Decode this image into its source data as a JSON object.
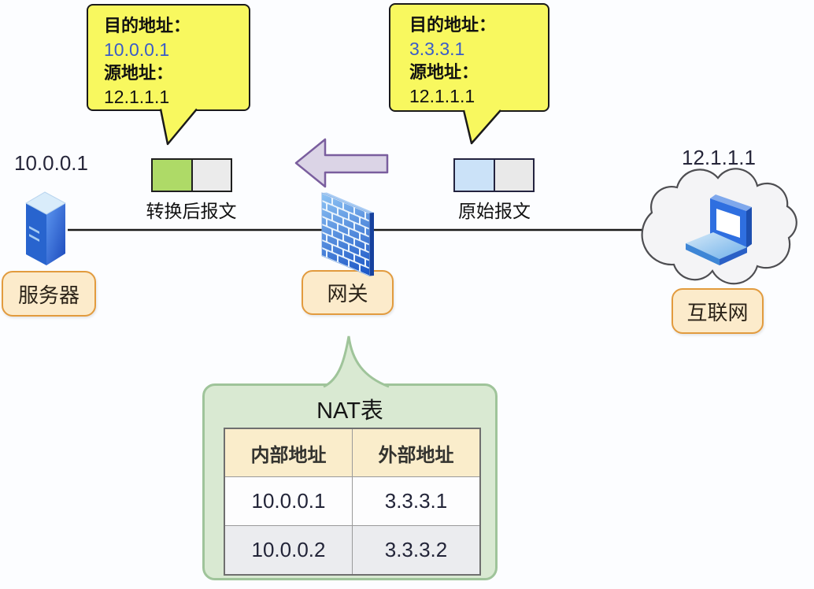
{
  "callouts": {
    "translated": {
      "dest_label": "目的地址：",
      "dest_value": "10.0.0.1",
      "src_label": "源地址：",
      "src_value": "12.1.1.1"
    },
    "original": {
      "dest_label": "目的地址：",
      "dest_value": "3.3.3.1",
      "src_label": "源地址：",
      "src_value": "12.1.1.1"
    }
  },
  "packets": {
    "translated_label": "转换后报文",
    "original_label": "原始报文"
  },
  "nodes": {
    "server": {
      "ip": "10.0.0.1",
      "label": "服务器"
    },
    "gateway": {
      "label": "网关"
    },
    "internet": {
      "ip": "12.1.1.1",
      "label": "互联网"
    }
  },
  "nat_table": {
    "title": "NAT表",
    "columns": [
      "内部地址",
      "外部地址"
    ],
    "rows": [
      [
        "10.0.0.1",
        "3.3.3.1"
      ],
      [
        "10.0.0.2",
        "3.3.3.2"
      ]
    ]
  },
  "colors": {
    "callout_yellow": "#f8f85f",
    "ip_blue": "#3a5cc8",
    "packet_green": "#aeda67",
    "packet_blue": "#cbe2f8",
    "packet_gray": "#ebebeb",
    "arrow_lavender": "#dbd4e6",
    "arrow_border": "#7a5e9e",
    "node_box_fill": "#fcebcb",
    "node_box_border": "#e29b3e",
    "nat_panel_fill": "#d9e9d2",
    "nat_panel_border": "#9fc49a",
    "nat_header_fill": "#faedcb",
    "firewall_blue": "#1550c4",
    "server_blue": "#2864ce"
  }
}
